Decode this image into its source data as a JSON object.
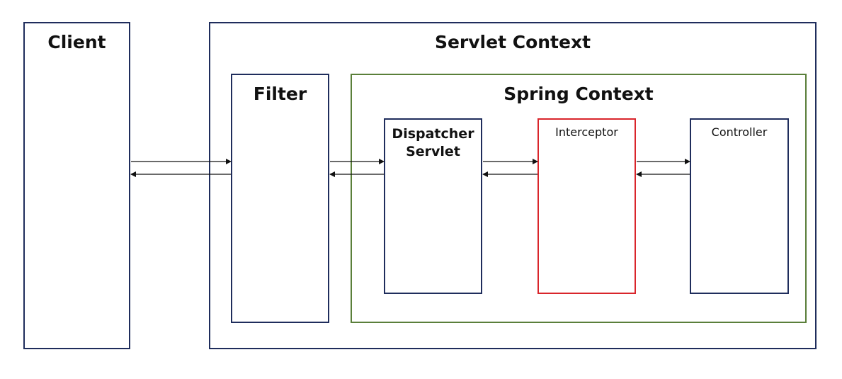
{
  "diagram": {
    "nodes": {
      "client": {
        "label": "Client"
      },
      "servlet_context": {
        "label": "Servlet Context"
      },
      "filter": {
        "label": "Filter"
      },
      "spring_context": {
        "label": "Spring Context"
      },
      "dispatcher_servlet": {
        "label": "Dispatcher\nServlet"
      },
      "interceptor": {
        "label": "Interceptor"
      },
      "controller": {
        "label": "Controller"
      }
    },
    "edges": [
      {
        "from": "client",
        "to": "filter",
        "direction": "request"
      },
      {
        "from": "filter",
        "to": "client",
        "direction": "response"
      },
      {
        "from": "filter",
        "to": "dispatcher_servlet",
        "direction": "request"
      },
      {
        "from": "dispatcher_servlet",
        "to": "filter",
        "direction": "response"
      },
      {
        "from": "dispatcher_servlet",
        "to": "interceptor",
        "direction": "request"
      },
      {
        "from": "interceptor",
        "to": "dispatcher_servlet",
        "direction": "response"
      },
      {
        "from": "interceptor",
        "to": "controller",
        "direction": "request"
      },
      {
        "from": "controller",
        "to": "interceptor",
        "direction": "response"
      }
    ],
    "colors": {
      "default_border": "#1f2d5c",
      "spring_context_border": "#5a7f3a",
      "interceptor_border": "#d9252b",
      "arrow": "#111111"
    }
  }
}
